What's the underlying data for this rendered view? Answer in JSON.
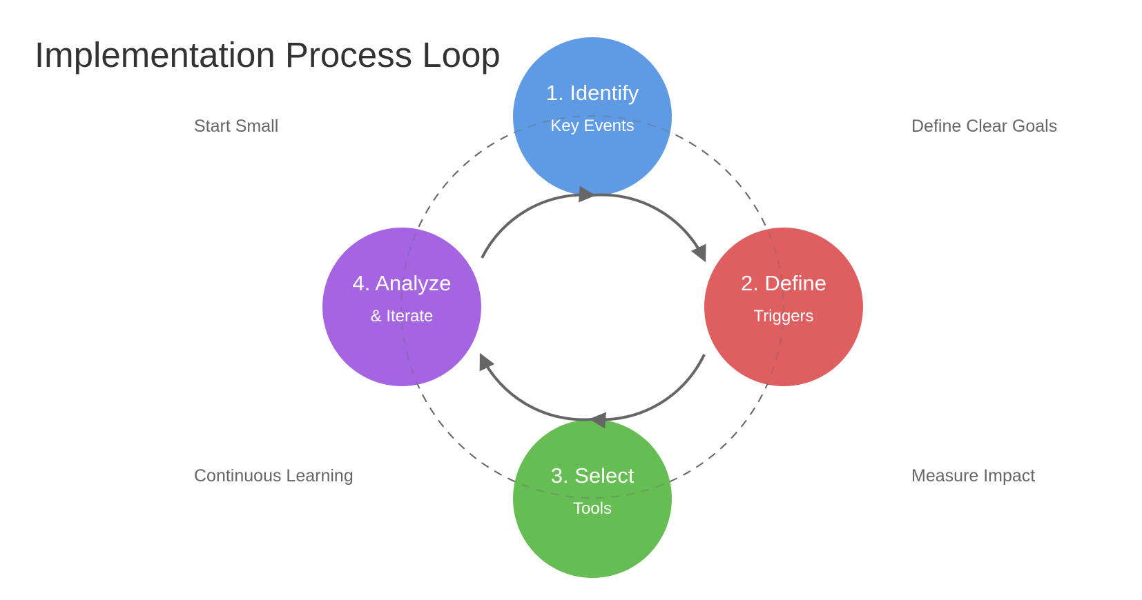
{
  "title": "Implementation Process Loop",
  "steps": [
    {
      "title": "1. Identify",
      "subtitle": "Key Events",
      "color": "#5e9be4"
    },
    {
      "title": "2. Define",
      "subtitle": "Triggers",
      "color": "#df5e60"
    },
    {
      "title": "3. Select",
      "subtitle": "Tools",
      "color": "#66bd53"
    },
    {
      "title": "4. Analyze",
      "subtitle": "& Iterate",
      "color": "#a565e3"
    }
  ],
  "notes": {
    "top_left": "Start Small",
    "top_right": "Define Clear Goals",
    "bottom_left": "Continuous Learning",
    "bottom_right": "Measure Impact"
  },
  "colors": {
    "arrow": "#666666",
    "dashed_ring": "#666666"
  }
}
